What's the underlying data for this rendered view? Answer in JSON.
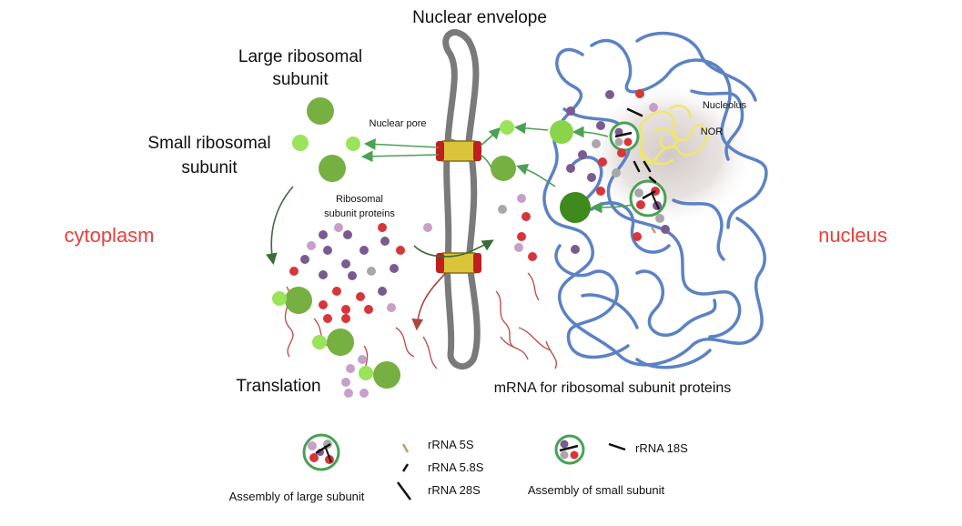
{
  "labels": {
    "nuclear_envelope": "Nuclear envelope",
    "large_subunit_line1": "Large ribosomal",
    "large_subunit_line2": "subunit",
    "small_subunit_line1": "Small ribosomal",
    "small_subunit_line2": "subunit",
    "nuclear_pore": "Nuclear pore",
    "ribosomal_proteins_line1": "Ribosomal",
    "ribosomal_proteins_line2": "subunit proteins",
    "cytoplasm": "cytoplasm",
    "nucleus": "nucleus",
    "nucleolus": "Nucleolus",
    "nor": "NOR",
    "translation": "Translation",
    "mrna": "mRNA for ribosomal subunit proteins"
  },
  "legend": {
    "rrna_5s": "rRNA 5S",
    "rrna_58s": "rRNA 5.8S",
    "rrna_28s": "rRNA 28S",
    "rrna_18s": "rRNA 18S",
    "assembly_large": "Assembly of large subunit",
    "assembly_small": "Assembly of small subunit"
  },
  "colors": {
    "large_subunit": "#76b043",
    "large_subunit_dark": "#3f8a1d",
    "small_subunit": "#9ae35a",
    "protein_purple": "#7b5b8f",
    "protein_red": "#d6363a",
    "protein_gray": "#a8a8a8",
    "protein_pink": "#c7a0c8",
    "chromatin": "#5b82c4",
    "nor_yellow": "#f1e66b",
    "mrna": "#c0504d",
    "envelope": "#7a7a7a",
    "arrow_green": "#4aa055",
    "label_red": "#e8413b"
  }
}
